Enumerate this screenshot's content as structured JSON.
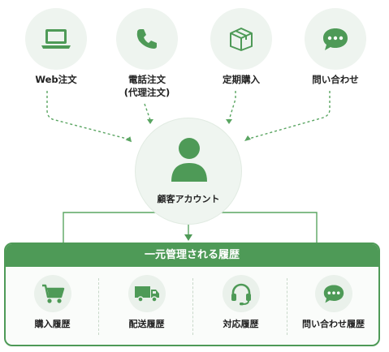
{
  "colors": {
    "accent": "#4e9a57",
    "light_circle": "#eef4ef",
    "text": "#222222"
  },
  "channels": [
    {
      "label": "Web注文",
      "icon": "laptop-icon"
    },
    {
      "label": "電話注文\n(代理注文)",
      "icon": "phone-icon"
    },
    {
      "label": "定期購入",
      "icon": "box-icon"
    },
    {
      "label": "問い合わせ",
      "icon": "chat-icon"
    }
  ],
  "account": {
    "label": "顧客アカウント",
    "icon": "user-icon"
  },
  "history": {
    "title": "一元管理される履歴",
    "items": [
      {
        "label": "購入履歴",
        "icon": "cart-icon"
      },
      {
        "label": "配送履歴",
        "icon": "truck-icon"
      },
      {
        "label": "対応履歴",
        "icon": "headset-icon"
      },
      {
        "label": "問い合わせ履歴",
        "icon": "chat-icon"
      }
    ]
  }
}
